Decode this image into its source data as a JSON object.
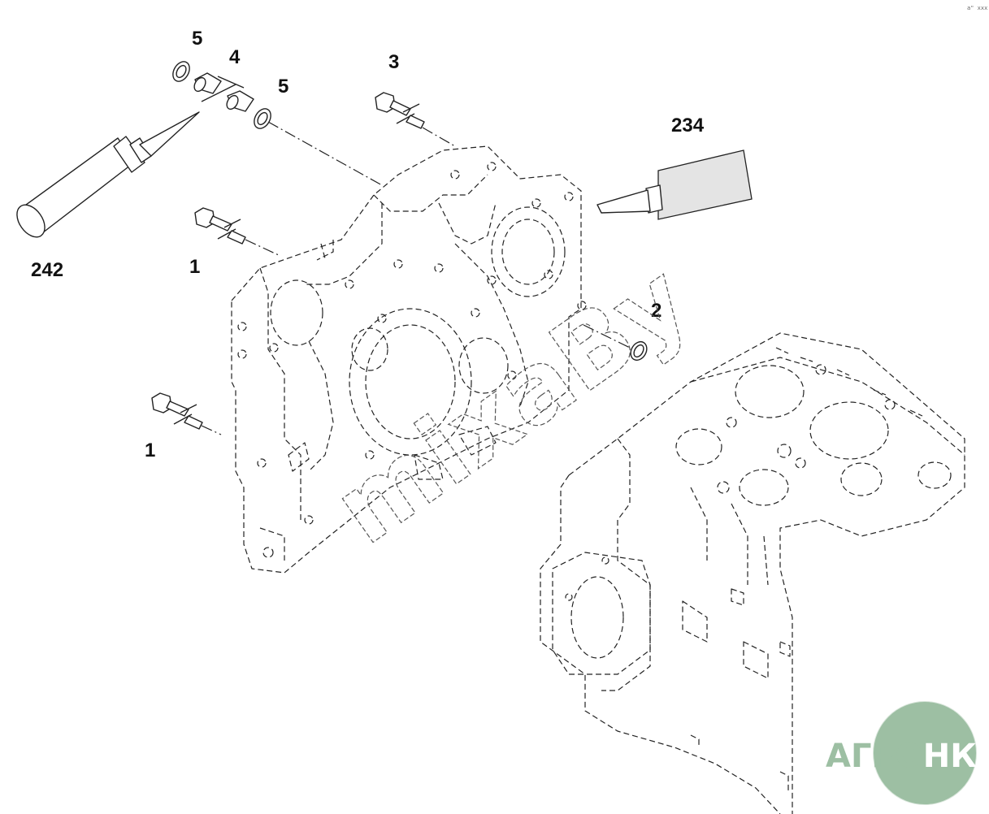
{
  "callouts": [
    {
      "id": "c5a",
      "label": "5"
    },
    {
      "id": "c4",
      "label": "4"
    },
    {
      "id": "c5b",
      "label": "5"
    },
    {
      "id": "c3",
      "label": "3"
    },
    {
      "id": "c234",
      "label": "234"
    },
    {
      "id": "c242",
      "label": "242"
    },
    {
      "id": "c1a",
      "label": "1"
    },
    {
      "id": "c2",
      "label": "2"
    },
    {
      "id": "c1b",
      "label": "1"
    }
  ],
  "watermark": {
    "text": "АГРО НКА",
    "diagonal_text": "mixaBy",
    "color": "#9dbfa3"
  },
  "corner_mark": "a\" xxx"
}
